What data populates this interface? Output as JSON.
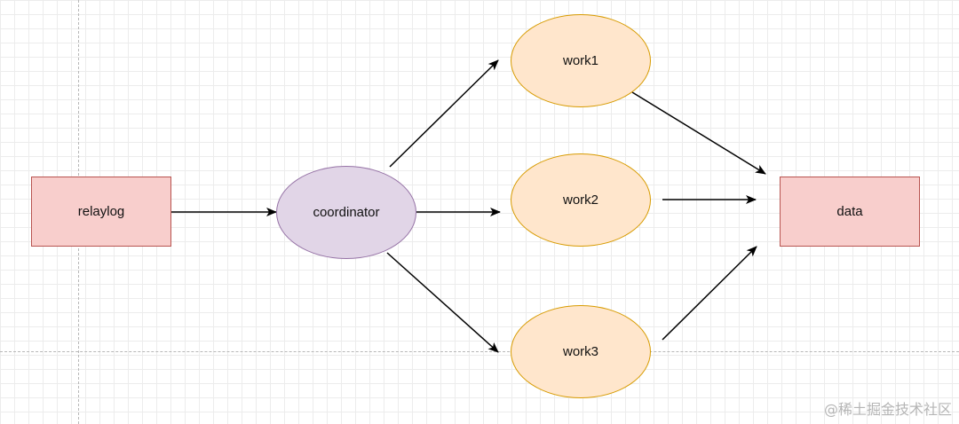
{
  "diagram": {
    "nodes": {
      "relaylog": "relaylog",
      "coordinator": "coordinator",
      "work1": "work1",
      "work2": "work2",
      "work3": "work3",
      "data": "data"
    },
    "edges": [
      {
        "from": "relaylog",
        "to": "coordinator"
      },
      {
        "from": "coordinator",
        "to": "work1"
      },
      {
        "from": "coordinator",
        "to": "work2"
      },
      {
        "from": "coordinator",
        "to": "work3"
      },
      {
        "from": "work1",
        "to": "data"
      },
      {
        "from": "work2",
        "to": "data"
      },
      {
        "from": "work3",
        "to": "data"
      }
    ],
    "colors": {
      "rect_fill": "#f8cecc",
      "rect_stroke": "#b85450",
      "coordinator_fill": "#e1d5e7",
      "coordinator_stroke": "#9673a6",
      "worker_fill": "#ffe6cc",
      "worker_stroke": "#d79b00",
      "edge": "#000000"
    }
  },
  "watermark": "@稀土掘金技术社区"
}
